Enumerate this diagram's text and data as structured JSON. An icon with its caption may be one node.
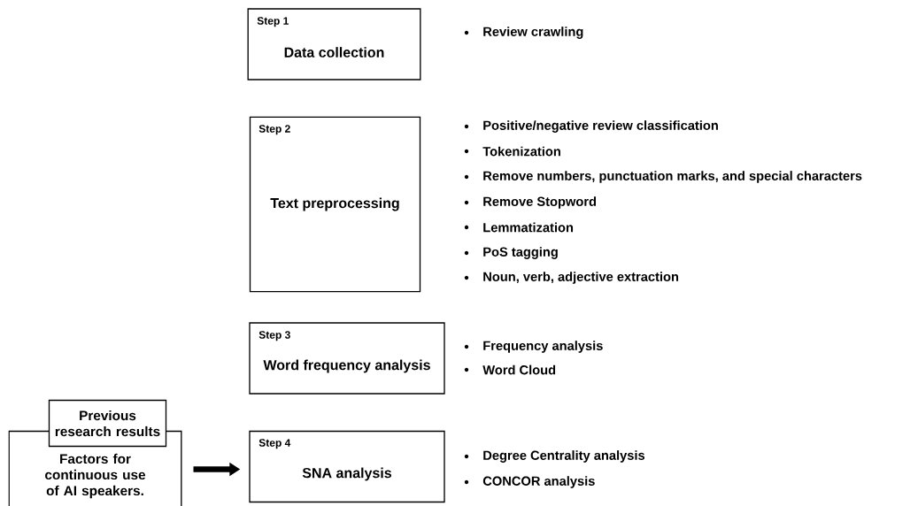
{
  "diagram": {
    "nodes": [
      {
        "text": [
          "Step 1",
          "Data collection"
        ]
      },
      {
        "text": [
          "Step 2",
          "Text preprocessing"
        ]
      },
      {
        "text": [
          "Step 3",
          "Word frequency analysis"
        ]
      },
      {
        "text": [
          "Step 4",
          "SNA analysis"
        ]
      },
      {
        "text": [
          "Previous research results"
        ]
      },
      {
        "text": [
          "Factors for continuous use of AI speakers."
        ]
      }
    ],
    "edges": [
      {
        "from": 5,
        "to": 3,
        "arrow": "to"
      }
    ],
    "labels": [
      "Review crawling",
      "Positive/negative review classification",
      "Tokenization",
      "Remove numbers, punctuation marks, and special characters",
      "Remove Stopword",
      "Lemmatization",
      "PoS tagging",
      "Noun, verb, adjective extraction",
      "Frequency analysis",
      "Word Cloud",
      "Degree Centrality analysis",
      "CONCOR analysis"
    ]
  }
}
